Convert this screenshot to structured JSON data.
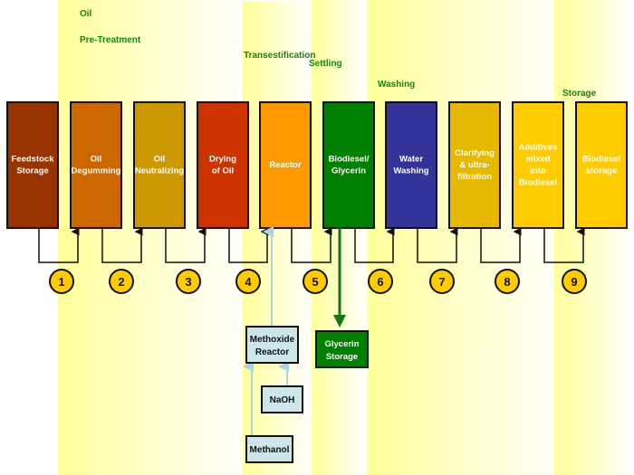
{
  "stages": [
    "Oil",
    "Pre-Treatment",
    "Transestification",
    "Settling",
    "Washing",
    "Storage"
  ],
  "process_boxes": [
    {
      "lines": [
        "Feedstock",
        "Storage"
      ],
      "color": "#993300"
    },
    {
      "lines": [
        "Oil",
        "Degumming"
      ],
      "color": "#cc6600"
    },
    {
      "lines": [
        "Oil",
        "Neutralizing"
      ],
      "color": "#cc9900"
    },
    {
      "lines": [
        "Drying",
        "of Oil"
      ],
      "color": "#cc3300"
    },
    {
      "lines": [
        "Reactor"
      ],
      "color": "#ff9900"
    },
    {
      "lines": [
        "Biodiesel/",
        "Glycerin"
      ],
      "color": "#008000"
    },
    {
      "lines": [
        "Water",
        "Washing"
      ],
      "color": "#333399"
    },
    {
      "lines": [
        "Clarifying",
        "& ultra-",
        "filtration"
      ],
      "color": "#e6b800"
    },
    {
      "lines": [
        "Additives",
        "mixed",
        "into",
        "Biodiesel"
      ],
      "color": "#ffcc00"
    },
    {
      "lines": [
        "Biodiesel",
        "storage"
      ],
      "color": "#ffcc00"
    }
  ],
  "steps": [
    "1",
    "2",
    "3",
    "4",
    "5",
    "6",
    "7",
    "8",
    "9"
  ],
  "side_boxes": {
    "methoxide": [
      "Methoxide",
      "Reactor"
    ],
    "naoh": [
      "NaOH"
    ],
    "methanol": [
      "Methanol"
    ],
    "glycerin": [
      "Glycerin",
      "Storage"
    ]
  },
  "colors": {
    "step_circle": "#ffcc00",
    "stage_text": "#118811",
    "chemical_box": "#cce6ea",
    "band": "#ffff99"
  }
}
